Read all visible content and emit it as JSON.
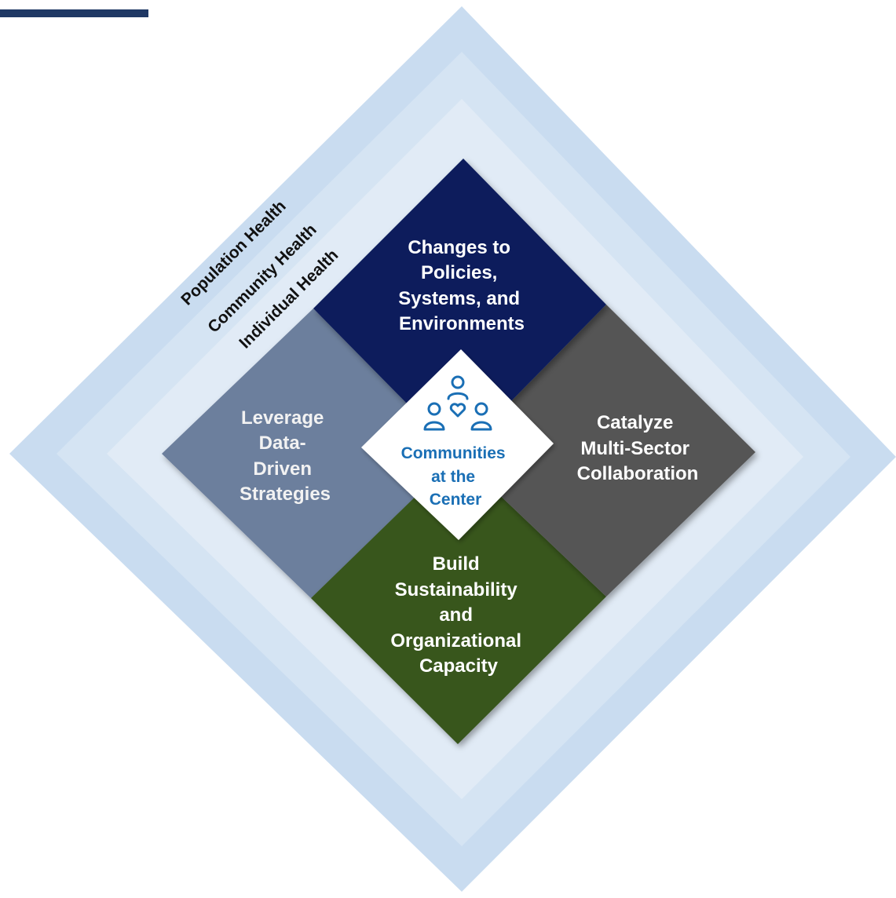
{
  "rings": [
    {
      "label": "Population Health",
      "color": "#c9dcf0"
    },
    {
      "label": "Community Health",
      "color": "#d5e4f3"
    },
    {
      "label": "Individual Health",
      "color": "#e1ebf6"
    }
  ],
  "quadrants": {
    "top": {
      "lines": [
        "Changes to",
        "Policies,",
        "Systems, and",
        "Environments"
      ],
      "color": "#0d1f5c",
      "text_color": "#ffffff"
    },
    "left": {
      "lines": [
        "Leverage",
        "Data-",
        "Driven",
        "Strategies"
      ],
      "color": "#6c7f9d",
      "text_color": "#f2f2f2"
    },
    "right": {
      "lines": [
        "Catalyze",
        "Multi-Sector",
        "Collaboration"
      ],
      "color": "#555555",
      "text_color": "#ffffff"
    },
    "bottom": {
      "lines": [
        "Build",
        "Sustainability",
        "and",
        "Organizational",
        "Capacity"
      ],
      "color": "#38561f",
      "text_color": "#ffffff"
    }
  },
  "center": {
    "lines": [
      "Communities",
      "at the",
      "Center"
    ],
    "icon": "people-with-heart-icon",
    "text_color": "#1a6fb5",
    "fill": "#ffffff"
  },
  "accent_color": "#1f3864"
}
